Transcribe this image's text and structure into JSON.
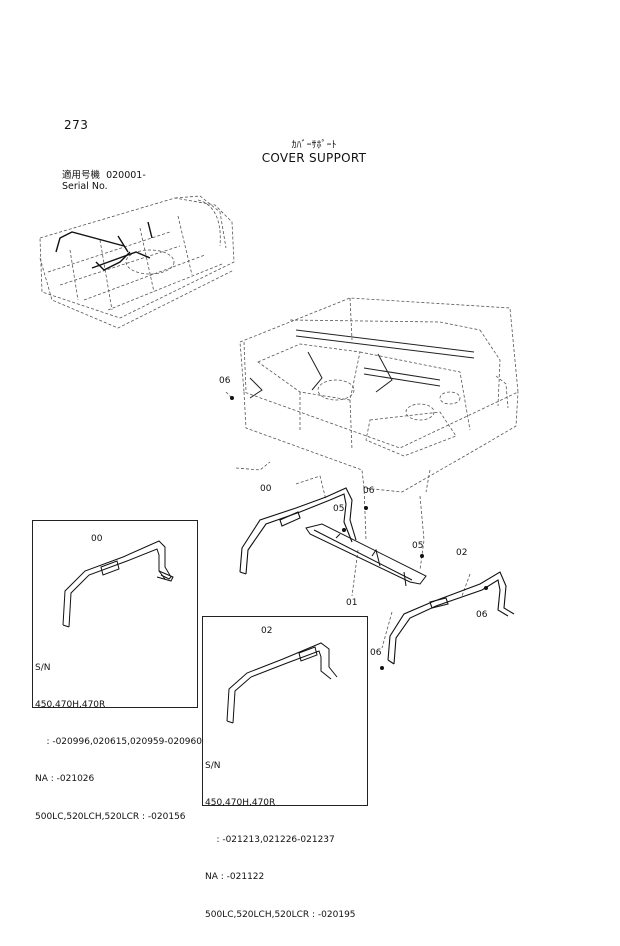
{
  "page_number": "273",
  "title_jp": "ｶﾊﾞｰｻﾎﾟｰﾄ",
  "title_en": "COVER SUPPORT",
  "serial": {
    "label_jp": "適用号機",
    "value": "020001-",
    "label_en": "Serial No."
  },
  "callouts": {
    "c06_a": "06",
    "c00_main": "00",
    "c06_b": "06",
    "c05_a": "05",
    "c05_b": "05",
    "c01": "01",
    "c02_main": "02",
    "c06_c": "06",
    "c06_d": "06",
    "c00_box": "00",
    "c02_box": "02"
  },
  "box_left": {
    "lines": [
      "S/N",
      "450,470H,470R",
      "    : -020996,020615,020959-020960",
      "NA : -021026",
      "500LC,520LCH,520LCR : -020156"
    ]
  },
  "box_right": {
    "lines": [
      "S/N",
      "450,470H,470R",
      "    : -021213,021226-021237",
      "NA : -021122",
      "500LC,520LCH,520LCR : -020195"
    ]
  }
}
